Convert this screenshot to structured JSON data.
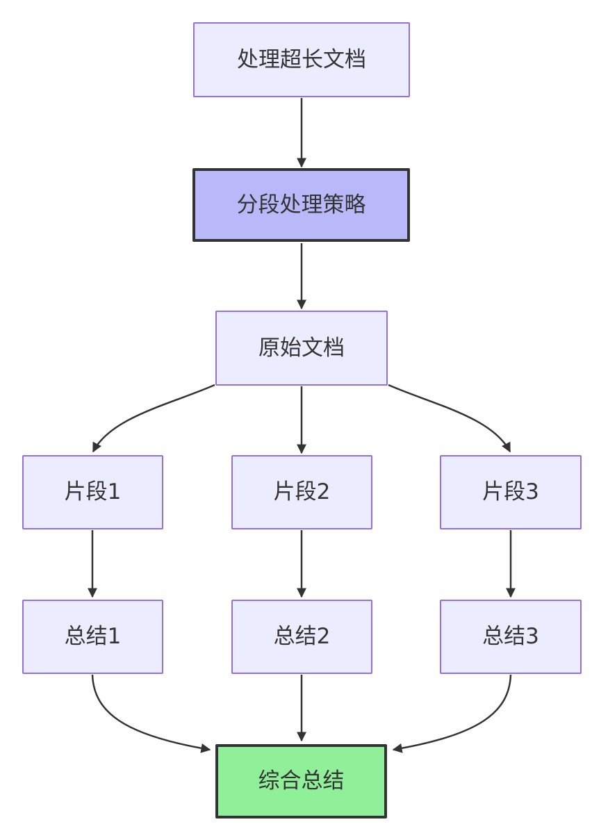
{
  "diagram": {
    "type": "flowchart",
    "direction": "top-down",
    "colors": {
      "node_fill": "#ececff",
      "node_border": "#9370db",
      "highlight_fill": "#b9b9fa",
      "highlight_border": "#333333",
      "success_fill": "#90f09a",
      "success_border": "#333333",
      "edge_color": "#333333",
      "text_color": "#333333",
      "background": "#ffffff"
    },
    "nodes": [
      {
        "id": "doc",
        "label": "处理超长文档",
        "style": "default"
      },
      {
        "id": "strategy",
        "label": "分段处理策略",
        "style": "highlight"
      },
      {
        "id": "original",
        "label": "原始文档",
        "style": "default"
      },
      {
        "id": "frag1",
        "label": "片段1",
        "style": "default"
      },
      {
        "id": "frag2",
        "label": "片段2",
        "style": "default"
      },
      {
        "id": "frag3",
        "label": "片段3",
        "style": "default"
      },
      {
        "id": "sum1",
        "label": "总结1",
        "style": "default"
      },
      {
        "id": "sum2",
        "label": "总结2",
        "style": "default"
      },
      {
        "id": "sum3",
        "label": "总结3",
        "style": "default"
      },
      {
        "id": "final",
        "label": "综合总结",
        "style": "success"
      }
    ],
    "edges": [
      {
        "from": "处理超长文档",
        "to": "分段处理策略"
      },
      {
        "from": "分段处理策略",
        "to": "原始文档"
      },
      {
        "from": "原始文档",
        "to": "片段1"
      },
      {
        "from": "原始文档",
        "to": "片段2"
      },
      {
        "from": "原始文档",
        "to": "片段3"
      },
      {
        "from": "片段1",
        "to": "总结1"
      },
      {
        "from": "片段2",
        "to": "总结2"
      },
      {
        "from": "片段3",
        "to": "总结3"
      },
      {
        "from": "总结1",
        "to": "综合总结"
      },
      {
        "from": "总结2",
        "to": "综合总结"
      },
      {
        "from": "总结3",
        "to": "综合总结"
      }
    ]
  }
}
